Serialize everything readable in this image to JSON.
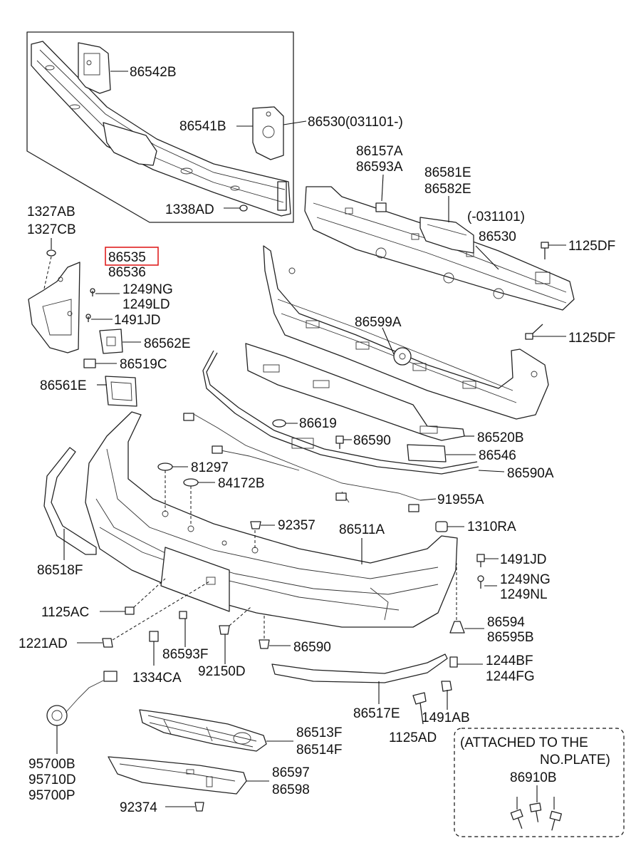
{
  "parts": {
    "p86542B": "86542B",
    "p86541B": "86541B",
    "p86530_031101": "86530(031101-)",
    "p1338AD": "1338AD",
    "p86157A": "86157A",
    "p86593A": "86593A",
    "p86581E": "86581E",
    "p86582E": "86582E",
    "p031101": "(-031101)",
    "p86530": "86530",
    "p1125DF_top": "1125DF",
    "p1125DF_bottom": "1125DF",
    "p1327AB": "1327AB",
    "p1327CB": "1327CB",
    "p86535": "86535",
    "p86536": "86536",
    "p1249NG_top": "1249NG",
    "p1249LD": "1249LD",
    "p1491JD_top": "1491JD",
    "p86562E": "86562E",
    "p86519C": "86519C",
    "p86561E": "86561E",
    "p86599A": "86599A",
    "p86619": "86619",
    "p86590_top": "86590",
    "p86520B": "86520B",
    "p86546": "86546",
    "p86590A": "86590A",
    "p81297": "81297",
    "p84172B": "84172B",
    "p91955A": "91955A",
    "p92357": "92357",
    "p86511A": "86511A",
    "p1310RA": "1310RA",
    "p86518F": "86518F",
    "p1491JD_bottom": "1491JD",
    "p1249NG_bottom": "1249NG",
    "p1249NL": "1249NL",
    "p1125AC": "1125AC",
    "p86594": "86594",
    "p86595B": "86595B",
    "p1221AD": "1221AD",
    "p86593F": "86593F",
    "p86590_bottom": "86590",
    "p1244BF": "1244BF",
    "p1244FG": "1244FG",
    "p1334CA": "1334CA",
    "p92150D": "92150D",
    "p86517E": "86517E",
    "p1491AB": "1491AB",
    "p1125AD": "1125AD",
    "p86513F": "86513F",
    "p86514F": "86514F",
    "p95700B": "95700B",
    "p95710D": "95710D",
    "p95700P": "95700P",
    "p86597": "86597",
    "p86598": "86598",
    "p92374": "92374",
    "p86910B": "86910B"
  },
  "note": {
    "line1": "(ATTACHED TO THE",
    "line2": "NO.PLATE)"
  },
  "highlight_color": "#e02020"
}
